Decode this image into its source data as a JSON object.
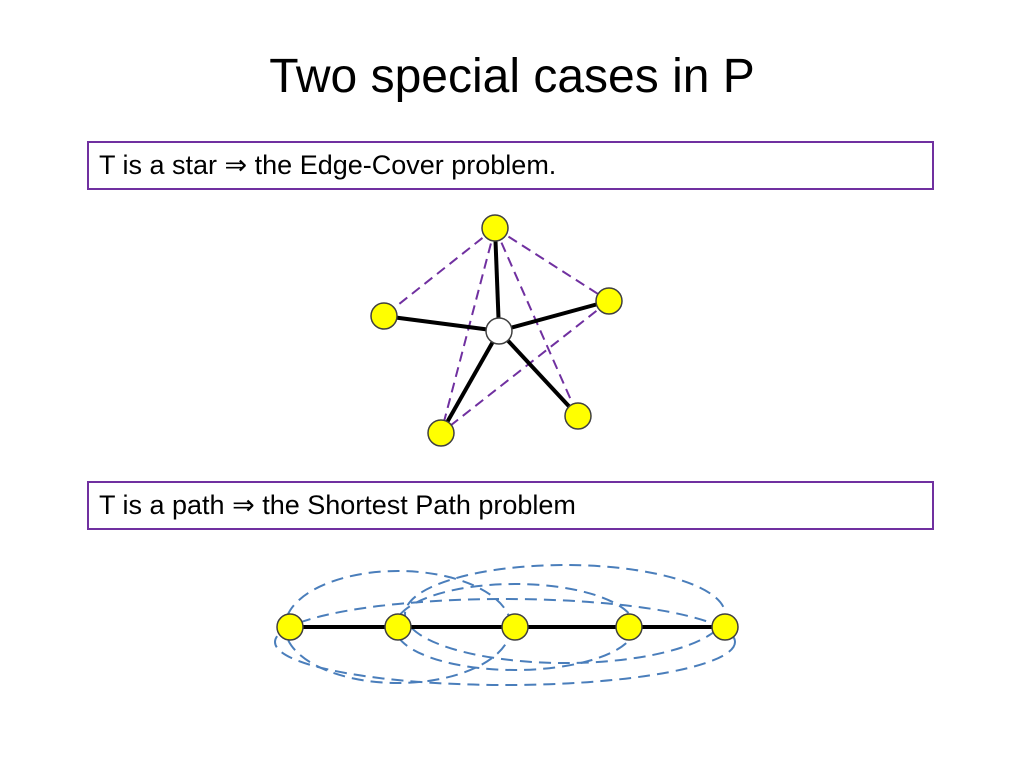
{
  "slide": {
    "title": "Two special cases in P",
    "star_case": {
      "text": "T is a star  ⇒ the Edge-Cover problem."
    },
    "path_case": {
      "text": "T is a path ⇒ the Shortest Path problem"
    }
  },
  "colors": {
    "box_border": "#7030a0",
    "terminal_fill": "#ffff00",
    "node_stroke": "#404040",
    "tree_edge": "#000000",
    "star_cover_edge": "#7030a0",
    "path_cover_edge": "#4a7ebb",
    "center_fill": "#ffffff"
  }
}
